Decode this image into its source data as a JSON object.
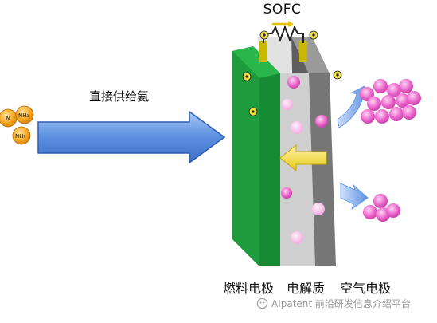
{
  "title": "SOFC",
  "supply_label": "直接供给氨",
  "molecule_labels": [
    "N",
    "NH₃",
    "NH₃"
  ],
  "layers": {
    "fuel_electrode": "燃料电极",
    "electrolyte": "电解质",
    "air_electrode": "空气电极"
  },
  "watermark": "AIpatent 前沿研发信息介绍平台",
  "colors": {
    "fuel_electrode": "#1e9b3c",
    "electrolyte": "#c9c9c9",
    "air_electrode": "#6e6e6e",
    "arrow": "#5b8fe0",
    "molecule": "#f6a623",
    "ion": "#e85cc6"
  }
}
